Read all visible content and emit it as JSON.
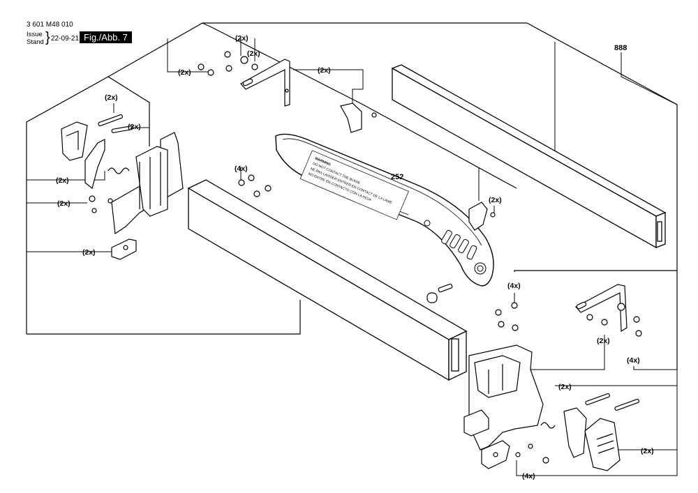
{
  "header": {
    "doc_number": "3 601 M48 010",
    "issue_label": "Issue",
    "stand_label": "Stand",
    "date": "22-09-21",
    "figure": "Fig./Abb. 7"
  },
  "callouts": {
    "part_888": "888",
    "part_252": "252",
    "qty_2x": "(2x)",
    "qty_4x": "(4x)"
  },
  "warning_text": {
    "line1": "WARNING",
    "line2": "DO NOT CONTACT THE BLADE",
    "line3": "NE PAS LAISSER ENTRER EN CONTACT DE LA LAME",
    "line4": "NO ENTRE EN CONTACTO CON LA HOJA"
  }
}
